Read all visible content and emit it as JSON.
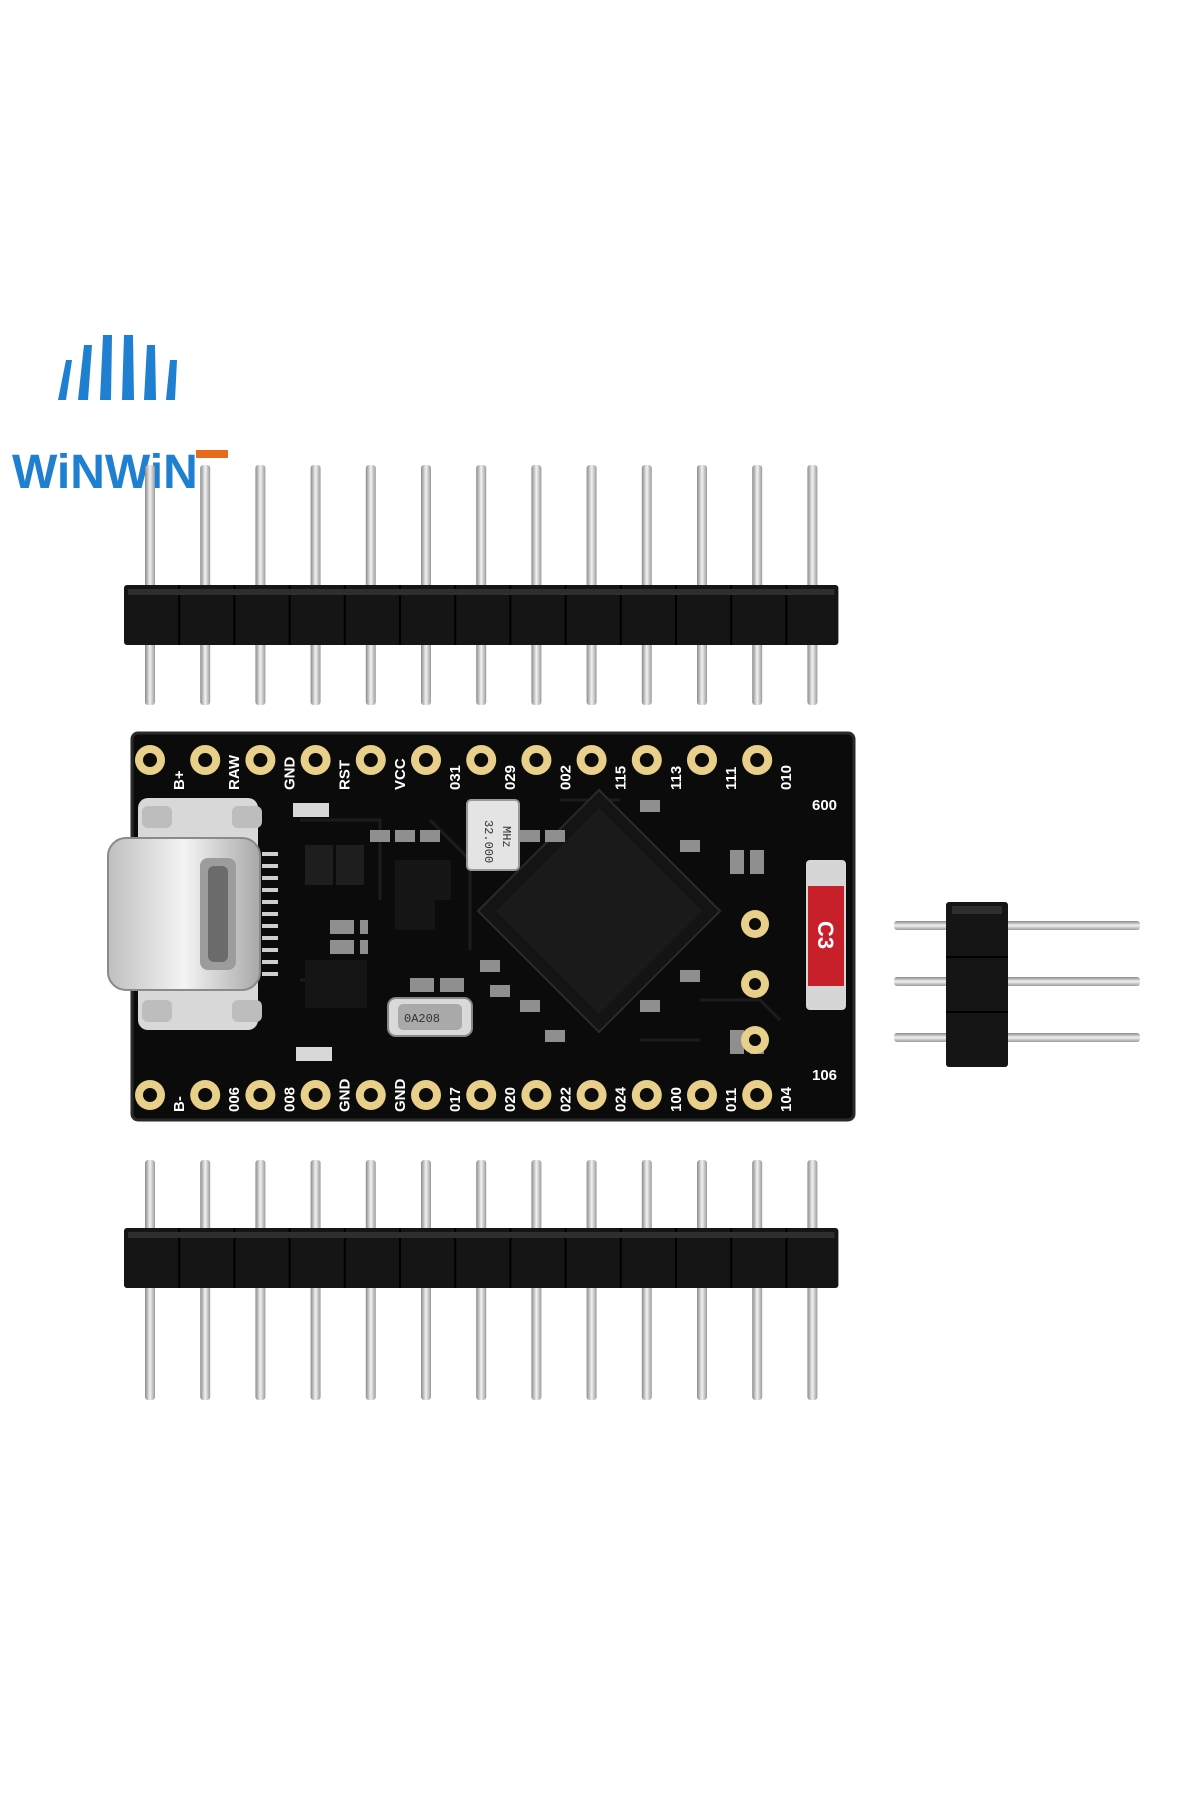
{
  "brand": {
    "name": "WiNWiN",
    "logo_color": "#1f7fd0",
    "accent_color": "#e96a1a"
  },
  "board": {
    "color": "#0b0b0b",
    "pad_color": "#e8cf8a",
    "top_pins": [
      "B+",
      "RAW",
      "GND",
      "RST",
      "VCC",
      "031",
      "029",
      "002",
      "115",
      "113",
      "111",
      "010"
    ],
    "bottom_pins": [
      "B-",
      "006",
      "008",
      "GND",
      "GND",
      "017",
      "020",
      "022",
      "024",
      "100",
      "011",
      "104"
    ],
    "side_labels": {
      "upper": "600",
      "lower": "106"
    },
    "crystal_label": [
      "32.000",
      "MHz"
    ],
    "small_crystal_label": "0A208",
    "led_badge": "C3",
    "led_badge_color": "#c8202a"
  },
  "headers": {
    "top_row_pins": 13,
    "bottom_row_pins": 13,
    "right_angle_pins": 3
  }
}
